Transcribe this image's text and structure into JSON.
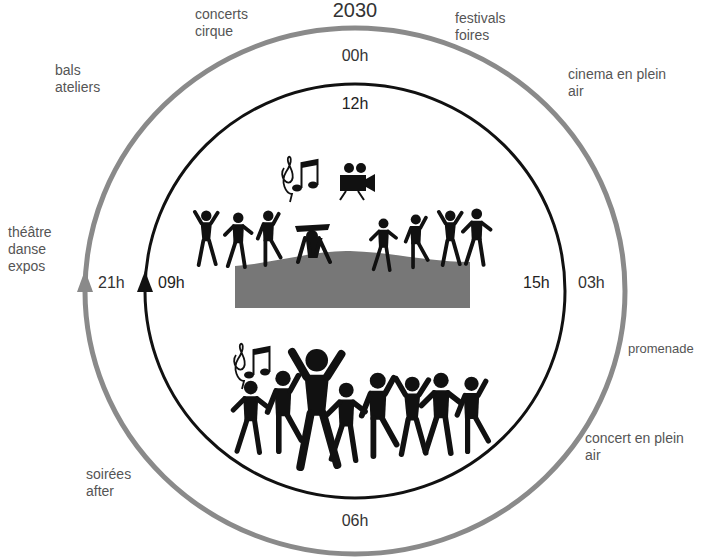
{
  "diagram": {
    "title": "2030",
    "labels": [
      "concerts cirque",
      "festivals foires",
      "00h",
      "bals ateliers",
      "12h",
      "cinema en plein air",
      "théâtre danse expos",
      "21h",
      "09h",
      "15h",
      "03h",
      "promenade",
      "concert en plein air",
      "soirées after",
      "06h"
    ]
  }
}
